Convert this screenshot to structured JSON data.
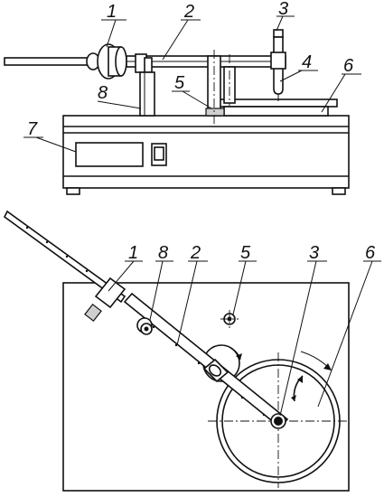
{
  "diagram": {
    "top_view_labels": [
      {
        "id": "label-1",
        "text": "1"
      },
      {
        "id": "label-2",
        "text": "2"
      },
      {
        "id": "label-3",
        "text": "3"
      },
      {
        "id": "label-4",
        "text": "4"
      },
      {
        "id": "label-5",
        "text": "5"
      },
      {
        "id": "label-6",
        "text": "6"
      },
      {
        "id": "label-7",
        "text": "7"
      },
      {
        "id": "label-8",
        "text": "8"
      }
    ],
    "plan_view_labels": [
      {
        "id": "label-1",
        "text": "1"
      },
      {
        "id": "label-8",
        "text": "8"
      },
      {
        "id": "label-2",
        "text": "2"
      },
      {
        "id": "label-5",
        "text": "5"
      },
      {
        "id": "label-3",
        "text": "3"
      },
      {
        "id": "label-6",
        "text": "6"
      }
    ]
  }
}
